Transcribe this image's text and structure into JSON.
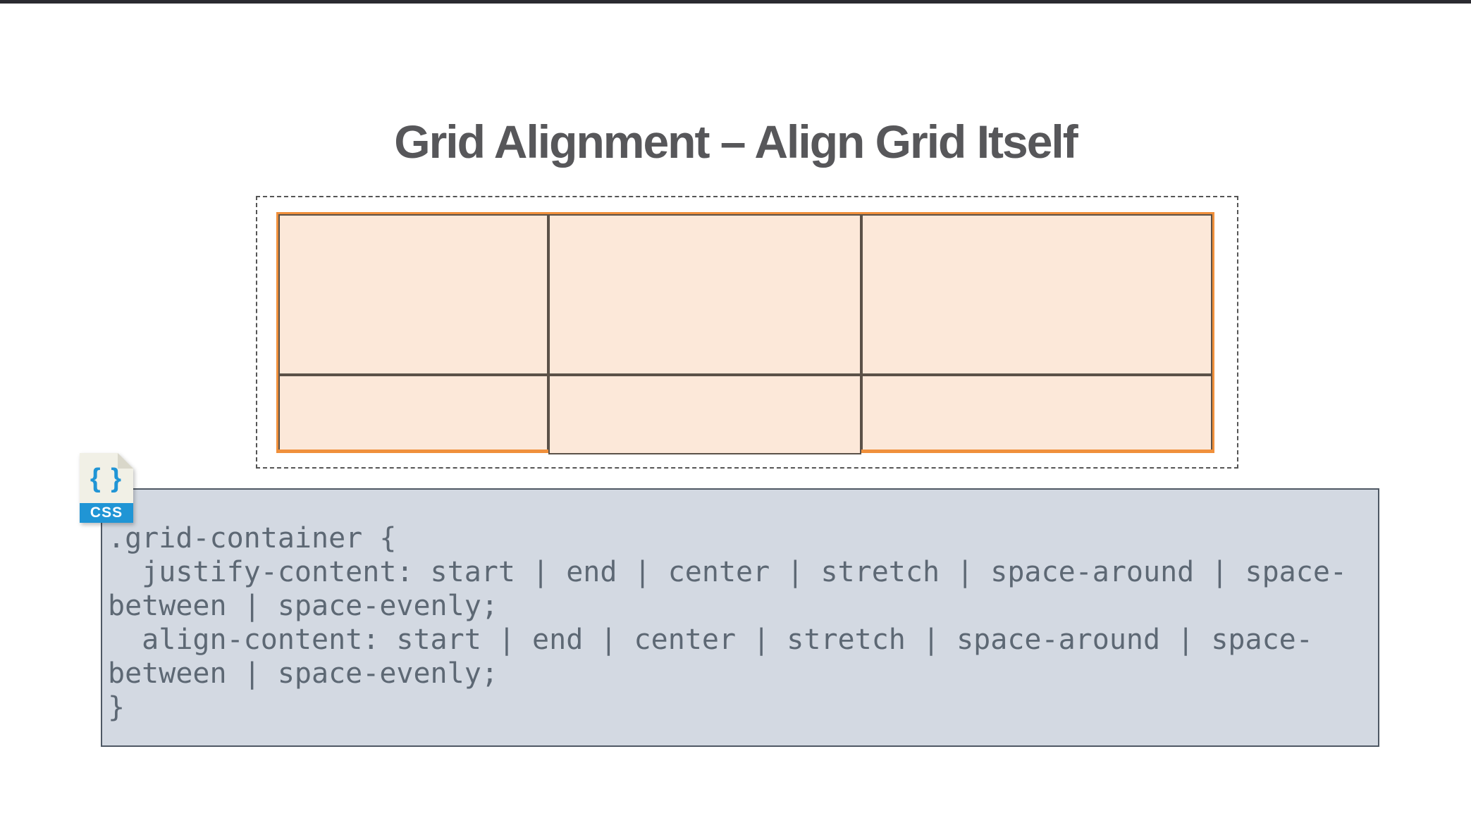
{
  "page": {
    "background": "#ffffff",
    "top_bar_color": "#2b2b31"
  },
  "title": {
    "text": "Grid Alignment – Align Grid Itself",
    "color": "#57575a"
  },
  "diagram": {
    "rows": 2,
    "columns": 3,
    "outer_dashed_border_color": "#555555",
    "grid_border_color": "#f0903c",
    "cell_fill": "#fce8d9",
    "cell_border_color": "#5b5148"
  },
  "css_icon": {
    "braces": "{ }",
    "label": "CSS",
    "accent_color": "#2095d5",
    "body_color": "#f1f0e6",
    "fold_color": "#d9d7ca"
  },
  "code_panel": {
    "background": "#d3d9e2",
    "border_color": "#4e5864",
    "text_color": "#5d6874",
    "lines": [
      ".grid-container {",
      "  justify-content: start | end | center | stretch | space-around | space-",
      "between | space-evenly;",
      "  align-content: start | end | center | stretch | space-around | space-",
      "between | space-evenly;",
      "}"
    ]
  }
}
